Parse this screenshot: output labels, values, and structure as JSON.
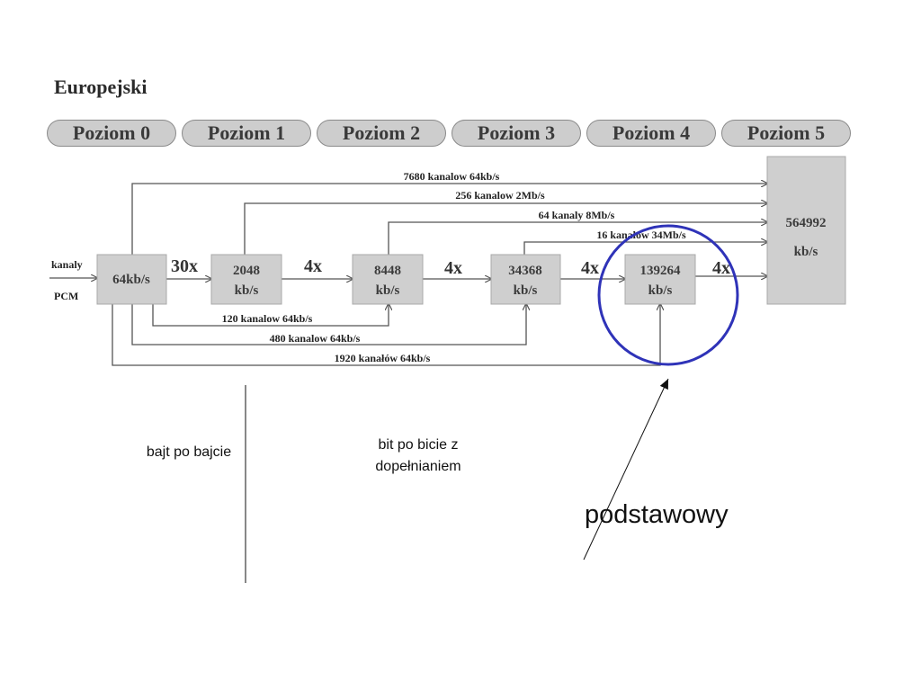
{
  "title": "Europejski",
  "levels": [
    "Poziom 0",
    "Poziom 1",
    "Poziom 2",
    "Poziom 3",
    "Poziom 4",
    "Poziom 5"
  ],
  "input": {
    "line1": "kanaly",
    "line2": "PCM"
  },
  "boxes": {
    "b0": {
      "l1": "64kb/s",
      "l2": ""
    },
    "b1": {
      "l1": "2048",
      "l2": "kb/s"
    },
    "b2": {
      "l1": "8448",
      "l2": "kb/s"
    },
    "b3": {
      "l1": "34368",
      "l2": "kb/s"
    },
    "b4": {
      "l1": "139264",
      "l2": "kb/s"
    },
    "b5": {
      "l1": "564992",
      "l2": "kb/s"
    }
  },
  "mux": {
    "m1": "30x",
    "m2": "4x",
    "m3": "4x",
    "m4": "4x",
    "m5": "4x"
  },
  "bypass": {
    "top1": "7680 kanalow 64kb/s",
    "top2": "256 kanalow 2Mb/s",
    "top3": "64 kanaly 8Mb/s",
    "top4": "16 kanalow 34Mb/s",
    "bot1": "120 kanalow 64kb/s",
    "bot2": "480 kanalow 64kb/s",
    "bot3": "1920 kanałów 64kb/s"
  },
  "notes": {
    "bajt": "bajt po bajcie",
    "bit1": "bit po bicie z",
    "bit2": "dopełnianiem",
    "podstawowy": "podstawowy"
  },
  "colors": {
    "highlight": "#2f33b8",
    "box": "#cfcfcf"
  }
}
